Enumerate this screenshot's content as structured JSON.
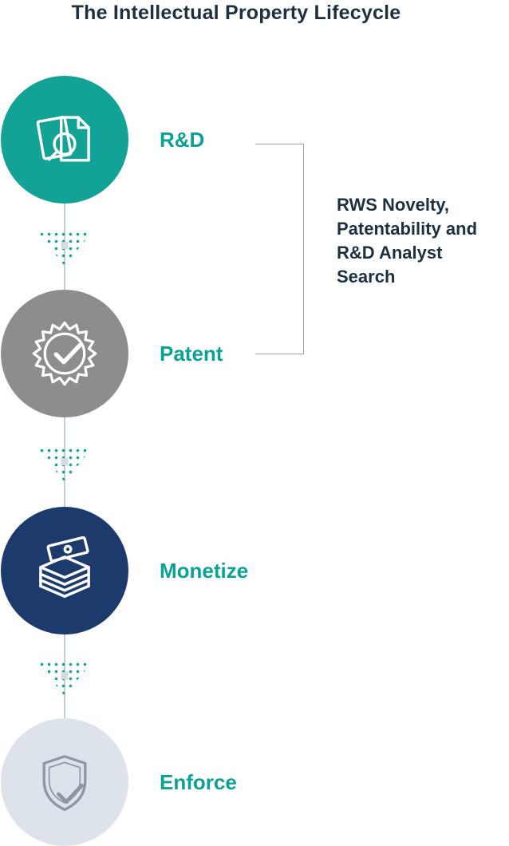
{
  "title": "The Intellectual Property Lifecycle",
  "stages": [
    {
      "label": "R&D",
      "icon": "document-search-icon",
      "circle_color": "#12a296"
    },
    {
      "label": "Patent",
      "icon": "award-seal-icon",
      "circle_color": "#8b8d8e"
    },
    {
      "label": "Monetize",
      "icon": "money-stack-icon",
      "circle_color": "#1d3a6d"
    },
    {
      "label": "Enforce",
      "icon": "shield-check-icon",
      "circle_color": "#dde3ea"
    }
  ],
  "annotation": {
    "lines": [
      "RWS Novelty,",
      "Patentability and",
      "R&D Analyst",
      "Search"
    ]
  },
  "colors": {
    "teal": "#12a296",
    "gray": "#8b8d8e",
    "navy": "#1d3a6d",
    "light_circle": "#dde3ea",
    "label_teal": "#0aa296",
    "text_dark": "#1d3040",
    "connector_gray": "#c5ced6"
  }
}
